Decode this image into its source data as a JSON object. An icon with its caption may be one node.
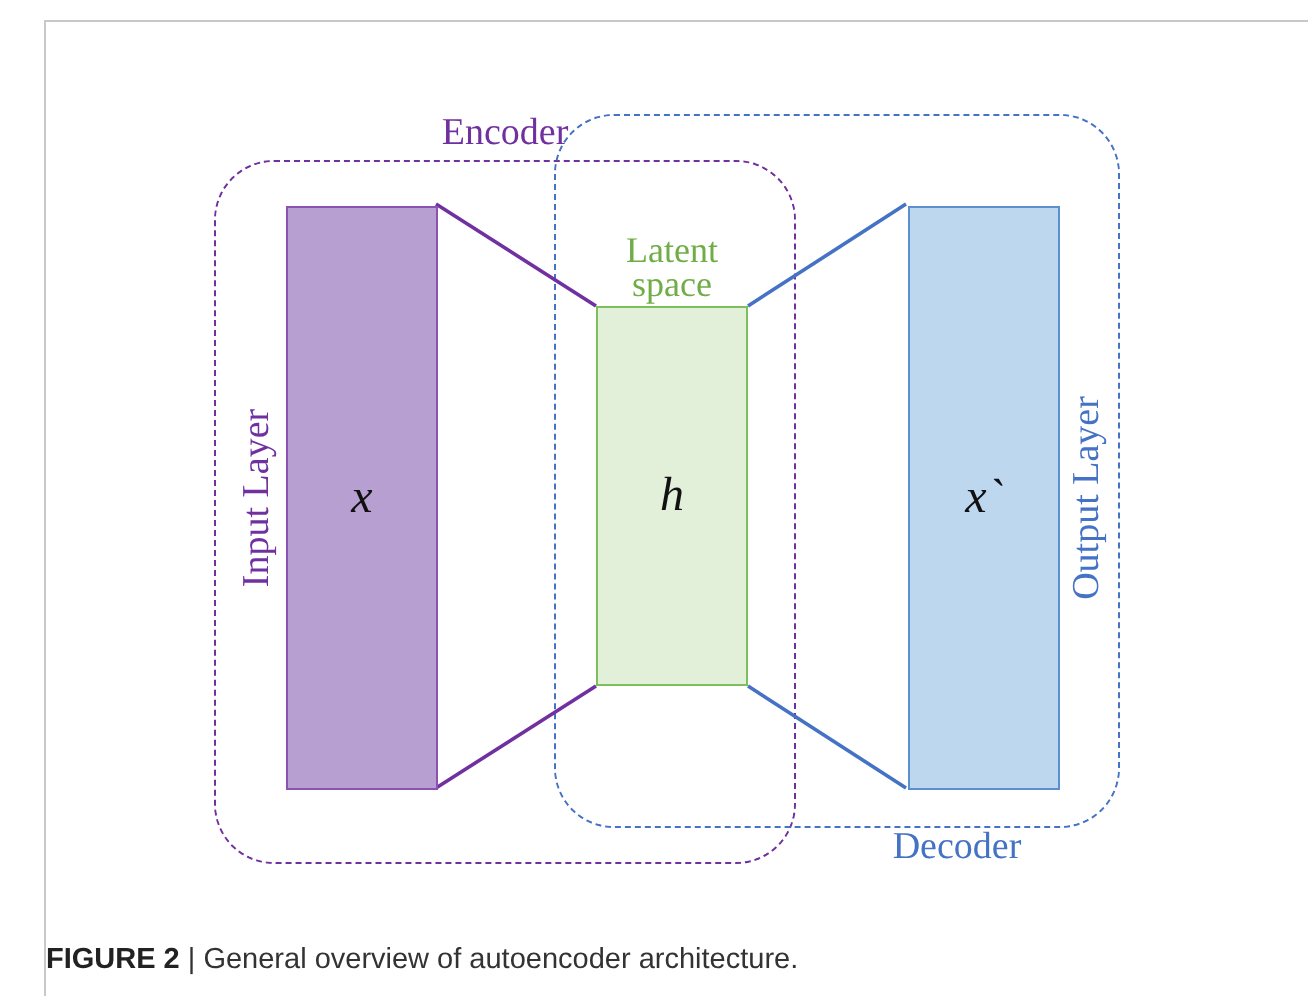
{
  "diagram": {
    "caption": "**FIGURE 2** | General overview of autoencoder architecture.",
    "nodes": [
      {
        "text": [
          "Encoder"
        ]
      },
      {
        "text": [
          "Decoder"
        ]
      },
      {
        "text": [
          "x"
        ],
        "in": 0,
        "beside": [
          "Input Layer"
        ]
      },
      {
        "text": [
          "Latent space",
          "h"
        ]
      },
      {
        "text": [
          "x`"
        ],
        "in": 1,
        "beside": [
          "Output Layer"
        ]
      }
    ],
    "edges": [
      {
        "from": 2,
        "to": 3,
        "arrow": "none",
        "color": "#7030a0"
      },
      {
        "from": 2,
        "to": 3,
        "arrow": "none",
        "color": "#7030a0"
      },
      {
        "from": 3,
        "to": 4,
        "arrow": "none",
        "color": "#4472c4"
      },
      {
        "from": 3,
        "to": 4,
        "arrow": "none",
        "color": "#4472c4"
      }
    ]
  }
}
